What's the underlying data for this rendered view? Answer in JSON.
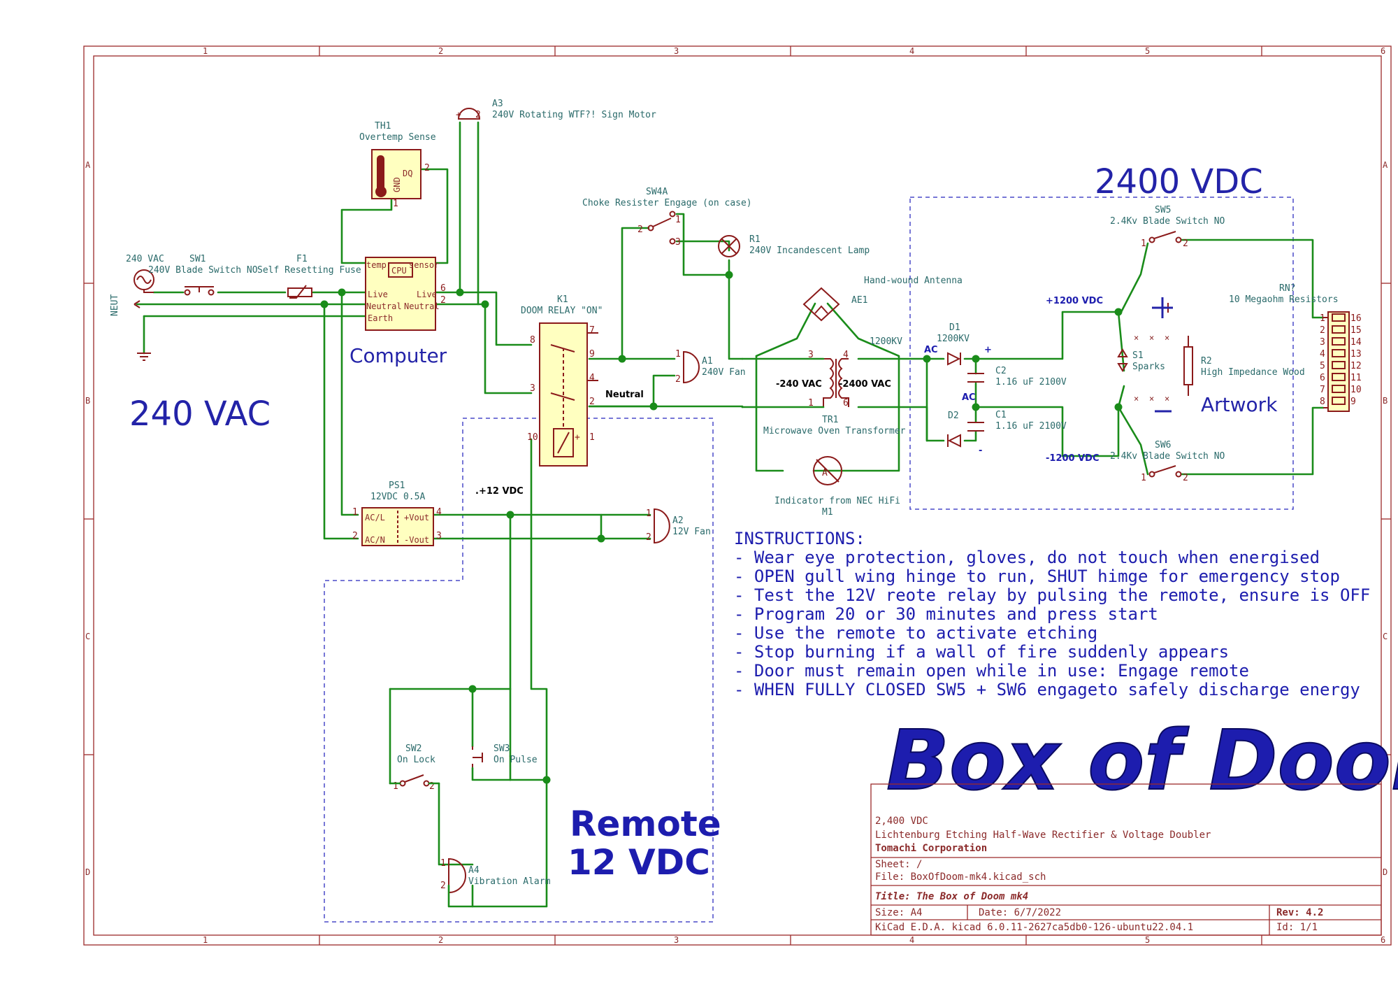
{
  "sheet": {
    "col_numbers": [
      "1",
      "2",
      "3",
      "4",
      "5",
      "6"
    ],
    "row_letters": [
      "A",
      "B",
      "C",
      "D"
    ]
  },
  "regions": {
    "mains": "240 VAC",
    "high_voltage": "2400 VDC",
    "computer": "Computer",
    "artwork": "Artwork",
    "remote_line1": "Remote",
    "remote_line2": "12 VDC"
  },
  "components": {
    "a3_ref": "A3",
    "a3_value": "240V Rotating WTF?! Sign Motor",
    "th1_ref": "TH1",
    "th1_value": "Overtemp Sense",
    "th1_pin_dq": "DQ",
    "th1_pin_gnd": "GND",
    "ac_source_label": "240 VAC",
    "sw1_ref": "SW1",
    "sw1_value": "240V Blade Switch NO",
    "f1_ref": "F1",
    "f1_value": "Self Resetting Fuse",
    "neut_label": "NEUT",
    "computer_cpu": "CPU",
    "computer_pin_temp": "temp",
    "computer_pin_sensor": "sensor",
    "computer_pin_live_l": "Live",
    "computer_pin_live_r": "Live",
    "computer_pin_neutral_l": "Neutral",
    "computer_pin_neutral_r": "Neutral",
    "computer_pin_earth": "Earth",
    "sw4a_ref": "SW4A",
    "sw4a_value": "Choke Resister Engage (on case)",
    "r1_ref": "R1",
    "r1_value": "240V Incandescent Lamp",
    "k1_ref": "K1",
    "k1_value": "DOOM RELAY \"ON\"",
    "a1_ref": "A1",
    "a1_value": "240V Fan",
    "neutral_net": "Neutral",
    "ae1_ref": "AE1",
    "ae1_value": "Hand-wound Antenna",
    "tr1_ref": "TR1",
    "tr1_value": "Microwave Oven Transformer",
    "tr1_primary": "-240 VAC",
    "tr1_secondary": "-2400 VAC",
    "voltage_1200kv": "1200KV",
    "m1_value": "Indicator from NEC HiFi",
    "m1_ref": "M1",
    "d1_ref": "D1",
    "d1_value": "1200KV",
    "d2_ref": "D2",
    "c2_ref": "C2",
    "c2_value": "1.16 uF 2100V",
    "c1_ref": "C1",
    "c1_value": "1.16 uF 2100V",
    "ac_top": "AC",
    "ac_bottom": "AC",
    "plus_small": "+",
    "minus_small": "-",
    "plus1200": "+1200 VDC",
    "minus1200": "-1200 VDC",
    "sw5_ref": "SW5",
    "sw5_value": "2.4Kv Blade Switch NO",
    "sw6_ref": "SW6",
    "sw6_value": "2.4Kv Blade Switch NO",
    "s1_ref": "S1",
    "s1_value": "Sparks",
    "r2_ref": "R2",
    "r2_value": "High Impedance Wood",
    "rn_ref": "RN?",
    "rn_value": "10 Megaohm Resistors",
    "ps1_ref": "PS1",
    "ps1_value": "12VDC 0.5A",
    "ps1_acl": "AC/L",
    "ps1_acn": "AC/N",
    "ps1_vplus": "+Vout",
    "ps1_vminus": "-Vout",
    "net_12vdc": ".+12 VDC",
    "a2_ref": "A2",
    "a2_value": "12V Fan",
    "sw2_ref": "SW2",
    "sw2_value": "On Lock",
    "sw3_ref": "SW3",
    "sw3_value": "On Pulse",
    "a4_ref": "A4",
    "a4_value": "Vibration Alarm"
  },
  "instructions": {
    "title": "INSTRUCTIONS:",
    "lines": [
      "- Wear eye protection, gloves, do not touch when energised",
      "- OPEN gull wing hinge to run, SHUT himge for emergency stop",
      "- Test the 12V reote relay by pulsing the remote, ensure is OFF",
      "- Program 20 or 30 minutes and press start",
      "- Use the remote to activate etching",
      "- Stop burning if a wall of fire suddenly appears",
      "- Door must remain open while in use: Engage remote",
      "- WHEN FULLY CLOSED SW5 + SW6 engageto safely discharge energy"
    ]
  },
  "logo": "Box of Doom",
  "title_block": {
    "line1": "2,400 VDC",
    "line2": "Lichtenburg Etching Half-Wave Rectifier & Voltage Doubler",
    "company": "Tomachi Corporation",
    "sheet": "Sheet: /",
    "file": "File: BoxOfDoom-mk4.kicad_sch",
    "title": "Title: The Box of Doom mk4",
    "size": "Size: A4",
    "date": "Date: 6/7/2022",
    "rev": "Rev: 4.2",
    "kicad": "KiCad E.D.A.  kicad 6.0.11-2627ca5db0-126-ubuntu22.04.1",
    "id": "Id: 1/1"
  },
  "colors": {
    "wire": "#1a8c1a",
    "component": "#8b1a1a",
    "component_fill": "#ffffc0",
    "text_blue": "#2323a8",
    "frame": "#9c2a2a"
  }
}
